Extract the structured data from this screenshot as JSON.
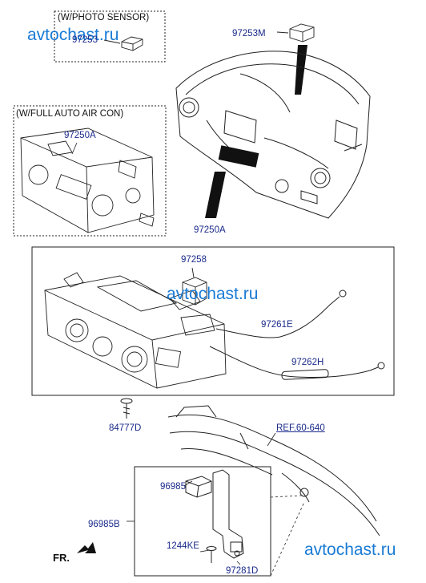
{
  "watermarks": {
    "top": "avtochast.ru",
    "middle": "avtochast.ru",
    "bottom": "avtochast.ru"
  },
  "variants": {
    "photo_sensor": "(W/PHOTO SENSOR)",
    "full_auto": "(W/FULL AUTO AIR CON)"
  },
  "parts": {
    "p97253": "97253",
    "p97253m": "97253M",
    "p97250a_inset": "97250A",
    "p97250a_main": "97250A",
    "p97258": "97258",
    "p97261e": "97261E",
    "p97262h": "97262H",
    "p84777d": "84777D",
    "ref": "REF.60-640",
    "p96985": "96985",
    "p96985b": "96985B",
    "p1244ke": "1244KE",
    "p97281d": "97281D"
  },
  "direction": {
    "label": "FR."
  }
}
